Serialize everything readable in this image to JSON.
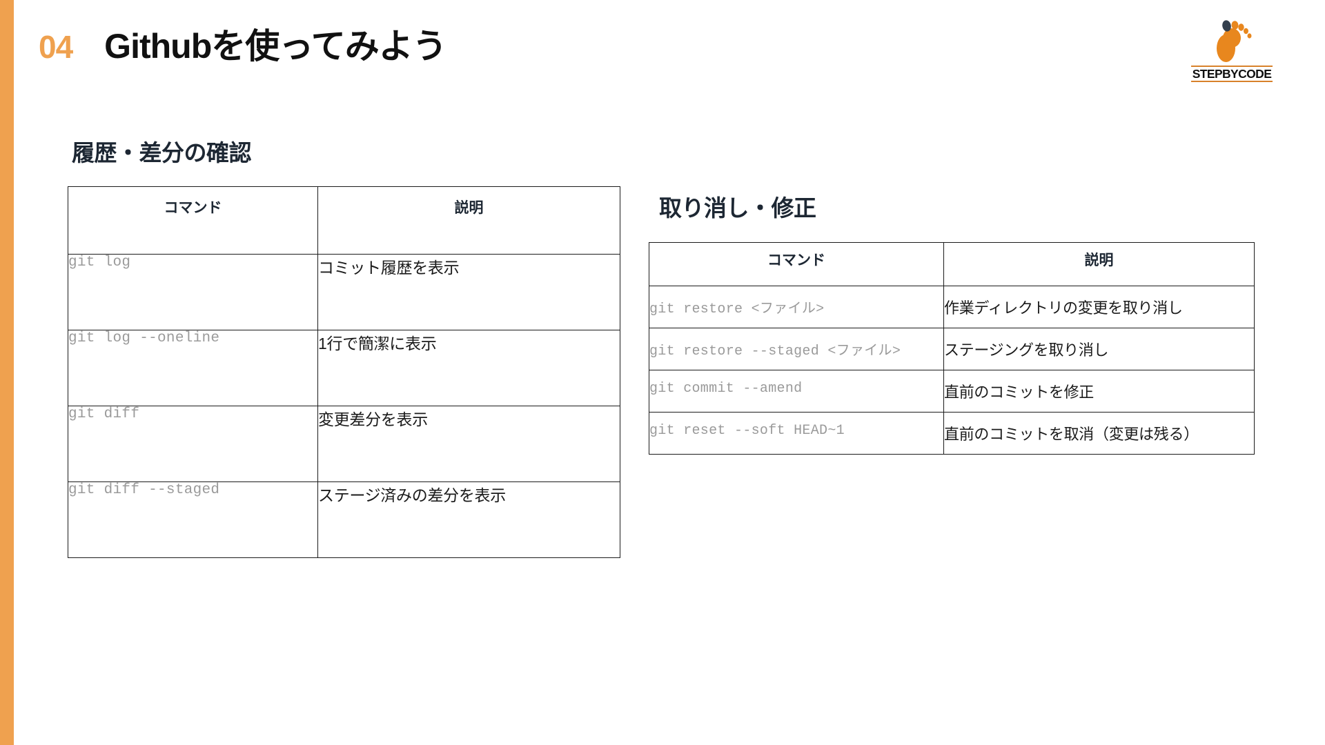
{
  "slide": {
    "number": "04",
    "title": "Githubを使ってみよう",
    "accent_color": "#efa14f"
  },
  "logo": {
    "icon": "footprint-icon",
    "wordmark": "STEPBYCODE",
    "mark_color": "#e8871e",
    "toe_color": "#333f4d"
  },
  "sections": [
    {
      "id": "history",
      "heading": "履歴・差分の確認",
      "table": {
        "headers": [
          "コマンド",
          "説明"
        ],
        "rows": [
          {
            "command": "git log",
            "description": "コミット履歴を表示"
          },
          {
            "command": "git log --oneline",
            "description": "1行で簡潔に表示"
          },
          {
            "command": "git diff",
            "description": "変更差分を表示"
          },
          {
            "command": "git diff --staged",
            "description": "ステージ済みの差分を表示"
          }
        ]
      }
    },
    {
      "id": "undo",
      "heading": "取り消し・修正",
      "table": {
        "headers": [
          "コマンド",
          "説明"
        ],
        "rows": [
          {
            "command": "git restore <ファイル>",
            "description": "作業ディレクトリの変更を取り消し"
          },
          {
            "command": "git restore --staged <ファイル>",
            "description": "ステージングを取り消し"
          },
          {
            "command": "git commit --amend",
            "description": "直前のコミットを修正"
          },
          {
            "command": "git reset --soft HEAD~1",
            "description": "直前のコミットを取消（変更は残る）"
          }
        ]
      }
    }
  ]
}
